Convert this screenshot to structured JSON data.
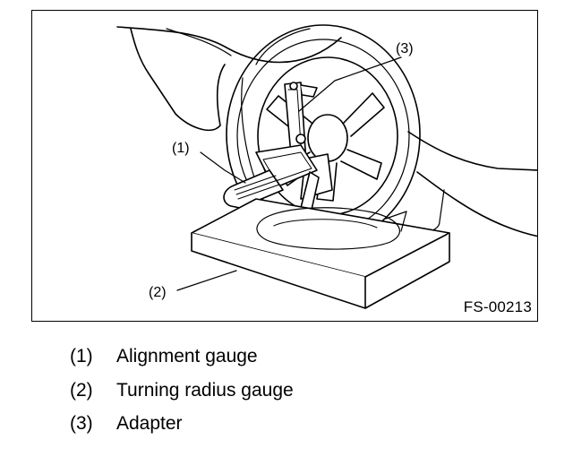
{
  "figure": {
    "id": "FS-00213",
    "callouts": {
      "c1": "(1)",
      "c2": "(2)",
      "c3": "(3)"
    }
  },
  "legend": [
    {
      "num": "(1)",
      "label": "Alignment gauge"
    },
    {
      "num": "(2)",
      "label": "Turning radius gauge"
    },
    {
      "num": "(3)",
      "label": "Adapter"
    }
  ]
}
